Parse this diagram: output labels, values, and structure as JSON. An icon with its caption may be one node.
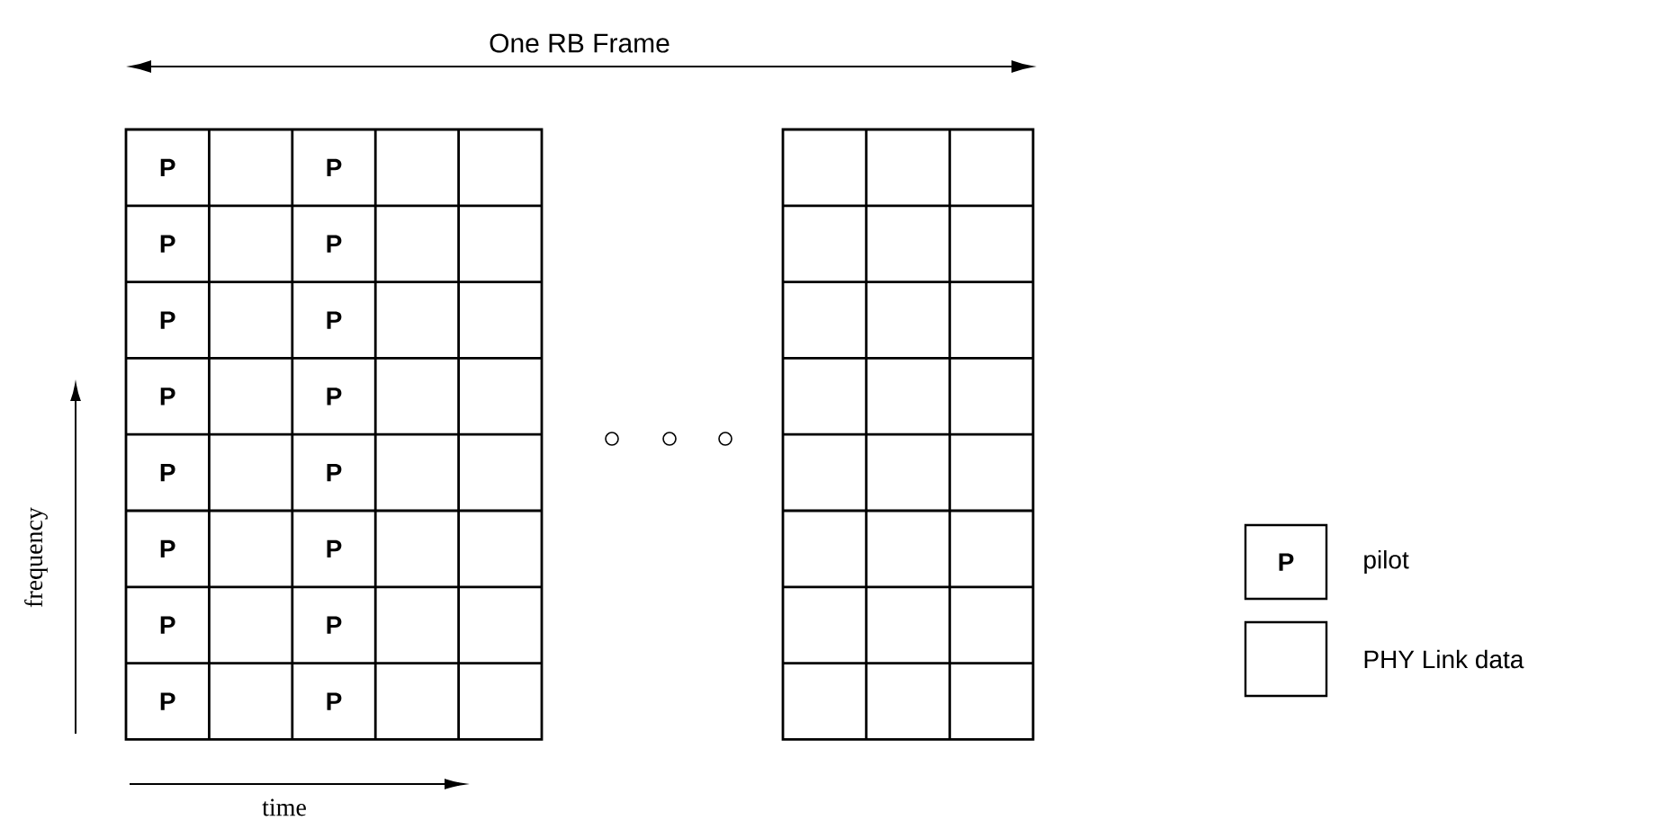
{
  "diagram": {
    "labels": [
      "One RB Frame",
      "P",
      "P",
      "P",
      "P",
      "P",
      "P",
      "P",
      "P",
      "P",
      "P",
      "P",
      "P",
      "P",
      "P",
      "P",
      "P",
      "frequency",
      "time",
      "P"
    ],
    "legend": [
      {
        "text": "pilot"
      },
      {
        "text": "PHY Link data"
      }
    ]
  }
}
